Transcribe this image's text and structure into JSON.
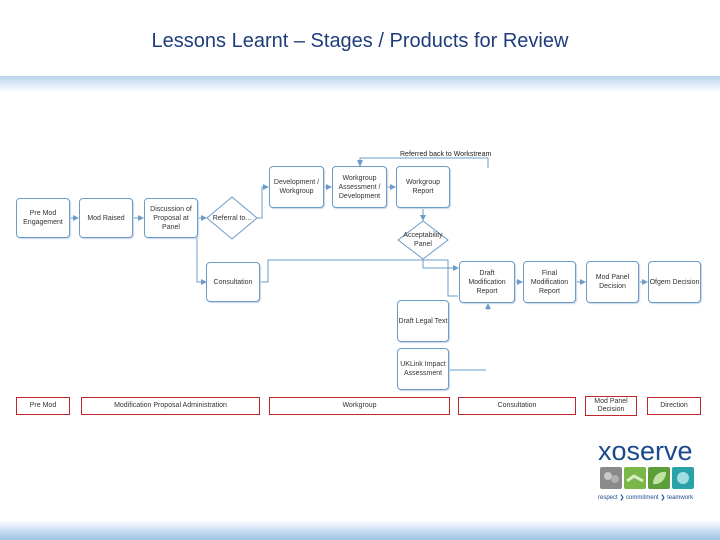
{
  "title": "Lessons Learnt – Stages / Products for Review",
  "note": "Referred back to Workstream",
  "nodes": {
    "pre_mod_engagement": "Pre Mod Engagement",
    "mod_raised": "Mod Raised",
    "discussion": "Discussion of Proposal at Panel",
    "referral": "Referral to...",
    "development_workgroup": "Development / Workgroup",
    "workgroup_assessment": "Workgroup Assessment / Development",
    "workgroup_report": "Workgroup Report",
    "acceptability_panel": "Acceptability Panel",
    "consultation": "Consultation",
    "draft_mod_report": "Draft Modification Report",
    "final_mod_report": "Final Modification Report",
    "mod_panel_decision": "Mod Panel Decision",
    "ofgem_decision": "Ofgem Decision",
    "draft_legal_text": "Draft Legal Text",
    "uklink_impact": "UKLink Impact Assessment"
  },
  "lanes": {
    "pre_mod": "Pre Mod",
    "mod_proposal_admin": "Modification Proposal Administration",
    "workgroup": "Workgroup",
    "consultation": "Consultation",
    "mod_panel_decision": "Mod Panel Decision",
    "direction": "Direction"
  },
  "logo": {
    "brand": "xoserve",
    "tagline": "respect ❯ commitment ❯ teamwork",
    "colors": {
      "blue": "#1a4a8c",
      "green": "#7ab648",
      "teal": "#2aa3a8",
      "grey": "#8a8a8a"
    }
  },
  "colors": {
    "title": "#1f3d7a",
    "box_border": "#6d9cc9",
    "lane_border": "#c0272d"
  }
}
